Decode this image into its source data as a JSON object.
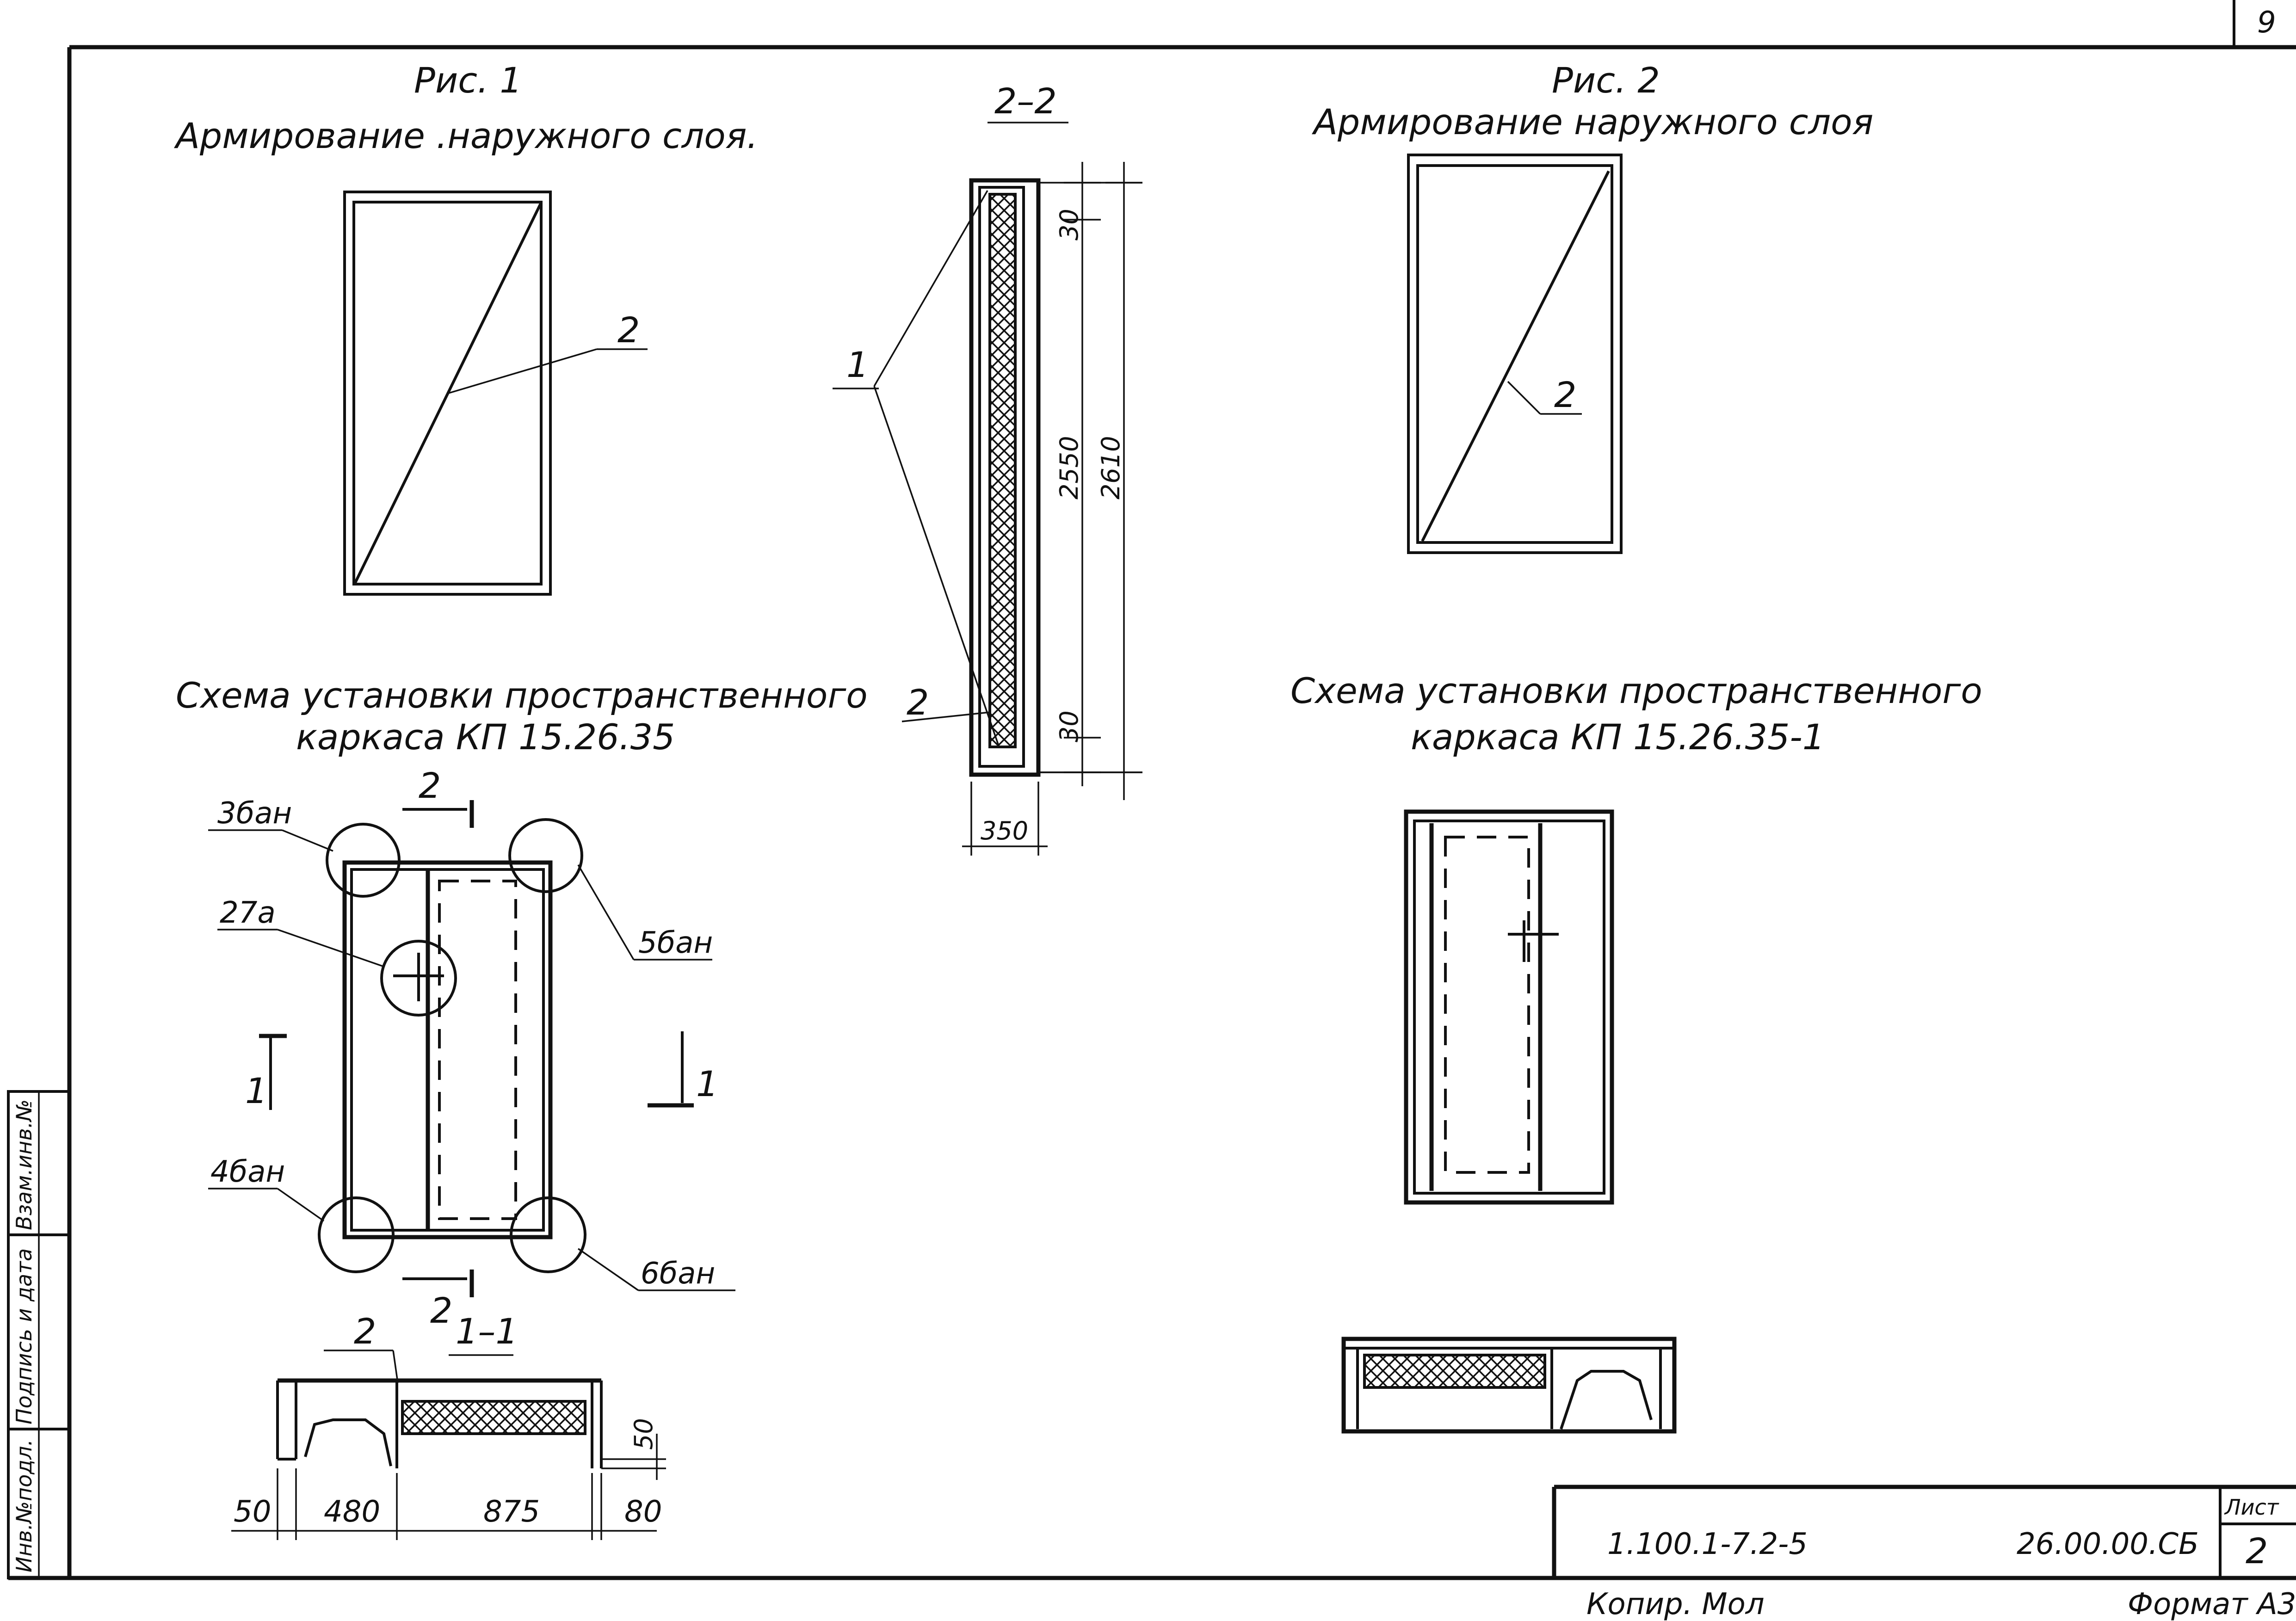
{
  "sheet_number_corner": "9",
  "fig1": {
    "title": "Рис. 1",
    "subtitle": "Армирование .наружного слоя.",
    "leader_label": "2"
  },
  "fig2": {
    "title": "Рис. 2",
    "subtitle": "Армирование наружного слоя",
    "leader_label": "2"
  },
  "section22": {
    "title": "2–2",
    "label_1": "1",
    "label_2": "2",
    "dim_top": "30",
    "dim_mid": "2550",
    "dim_total": "2610",
    "dim_bottom": "30",
    "dim_width": "350"
  },
  "scheme1": {
    "title_line1": "Схема установки пространственного",
    "title_line2": "каркаса КП 15.26.35",
    "callouts": [
      "3бан",
      "27а",
      "5бан",
      "4бан",
      "6бан"
    ],
    "cut_2_top": "2",
    "cut_2_bottom": "2",
    "cut_1_left": "1",
    "cut_1_right": "1"
  },
  "scheme2": {
    "title_line1": "Схема установки пространственного",
    "title_line2": "каркаса КП 15.26.35-1"
  },
  "section11": {
    "title": "1–1",
    "label_2": "2",
    "dims": [
      "50",
      "480",
      "875",
      "80"
    ],
    "dim_vertical": "50"
  },
  "side_stamp": {
    "cells": [
      "Инв.№подл.",
      "Подпись и дата",
      "Взам.инв.№"
    ]
  },
  "title_block": {
    "code_left": "1.100.1-7.2-5",
    "code_right": "26.00.00.СБ",
    "sheet_header": "Лист",
    "sheet_value": "2"
  },
  "footer": {
    "copied": "Копир. Мол",
    "format": "Формат А3"
  }
}
